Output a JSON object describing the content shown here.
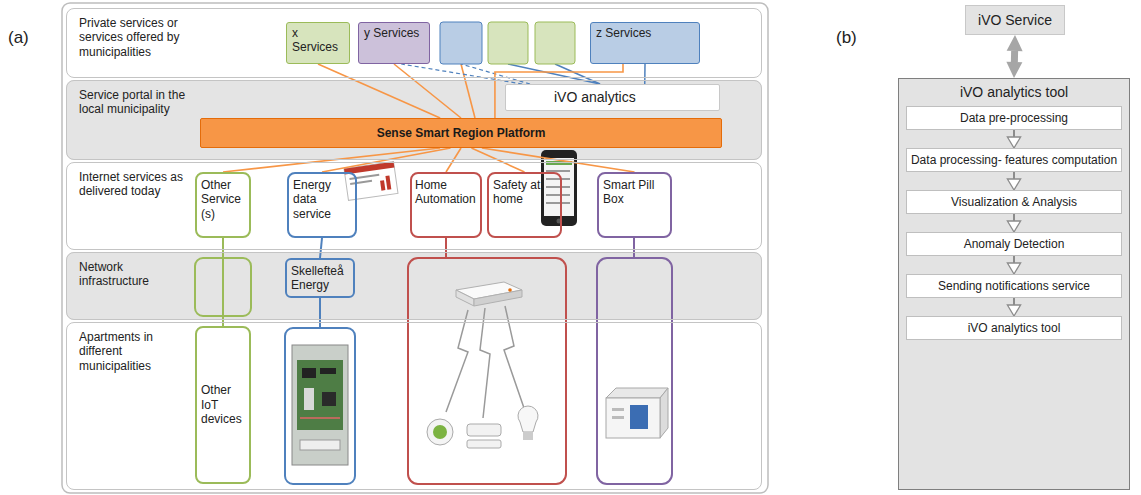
{
  "diagram": {
    "nodes": [
      {
        "text": [
          "Private services or services offered by municipalities"
        ]
      },
      {
        "text": [
          "x Services"
        ],
        "in": 0
      },
      {
        "text": [
          "y Services"
        ],
        "in": 0
      },
      {
        "text": [
          "z Services"
        ],
        "in": 0
      },
      {
        "text": [
          "Service portal in the local municipality"
        ]
      },
      {
        "text": [
          "iVO analytics"
        ],
        "in": 4
      },
      {
        "text": [
          "Sense Smart Region Platform"
        ],
        "in": 4
      },
      {
        "text": [
          "Internet services as delivered today"
        ]
      },
      {
        "text": [
          "Other Service (s)"
        ],
        "in": 7
      },
      {
        "text": [
          "Energy data service"
        ],
        "in": 7
      },
      {
        "text": [
          "Home Automation"
        ],
        "in": 7
      },
      {
        "text": [
          "Safety at home"
        ],
        "in": 7
      },
      {
        "text": [
          "Smart Pill Box"
        ],
        "in": 7
      },
      {
        "text": [
          "Network infrastructure"
        ]
      },
      {
        "text": [
          "Skellefteå Energy"
        ],
        "in": 13
      },
      {
        "text": [
          "Apartments in different municipalities"
        ]
      },
      {
        "text": [
          "Other IoT devices"
        ],
        "in": 15
      },
      {
        "text": [
          "iVO Service"
        ]
      },
      {
        "text": [
          "iVO analytics tool"
        ]
      },
      {
        "text": [
          "Data pre-processing"
        ],
        "in": 18
      },
      {
        "text": [
          "Data processing- features computation"
        ],
        "in": 18
      },
      {
        "text": [
          "Visualization & Analysis"
        ],
        "in": 18
      },
      {
        "text": [
          "Anomaly Detection"
        ],
        "in": 18
      },
      {
        "text": [
          "Sending notifications service"
        ],
        "in": 18
      },
      {
        "text": [
          "iVO analytics tool"
        ],
        "in": 18
      }
    ],
    "edges": [
      {
        "from": 6,
        "to": 1,
        "arrow": "none"
      },
      {
        "from": 6,
        "to": 2,
        "arrow": "none"
      },
      {
        "from": 6,
        "to": 3,
        "arrow": "none"
      },
      {
        "from": 5,
        "to": 2,
        "arrow": "none"
      },
      {
        "from": 5,
        "to": 3,
        "arrow": "none"
      },
      {
        "from": 6,
        "to": 8,
        "arrow": "none"
      },
      {
        "from": 6,
        "to": 9,
        "arrow": "none"
      },
      {
        "from": 6,
        "to": 10,
        "arrow": "none"
      },
      {
        "from": 6,
        "to": 11,
        "arrow": "none"
      },
      {
        "from": 6,
        "to": 12,
        "arrow": "none"
      },
      {
        "from": 9,
        "to": 14,
        "arrow": "none"
      },
      {
        "from": 8,
        "to": 16,
        "arrow": "none"
      },
      {
        "from": 17,
        "to": 18,
        "arrow": "both"
      },
      {
        "from": 19,
        "to": 20,
        "arrow": "to"
      },
      {
        "from": 20,
        "to": 21,
        "arrow": "to"
      },
      {
        "from": 21,
        "to": 22,
        "arrow": "to"
      },
      {
        "from": 22,
        "to": 23,
        "arrow": "to"
      },
      {
        "from": 23,
        "to": 24,
        "arrow": "to"
      }
    ],
    "labels": [
      "(a)",
      "(b)"
    ]
  }
}
